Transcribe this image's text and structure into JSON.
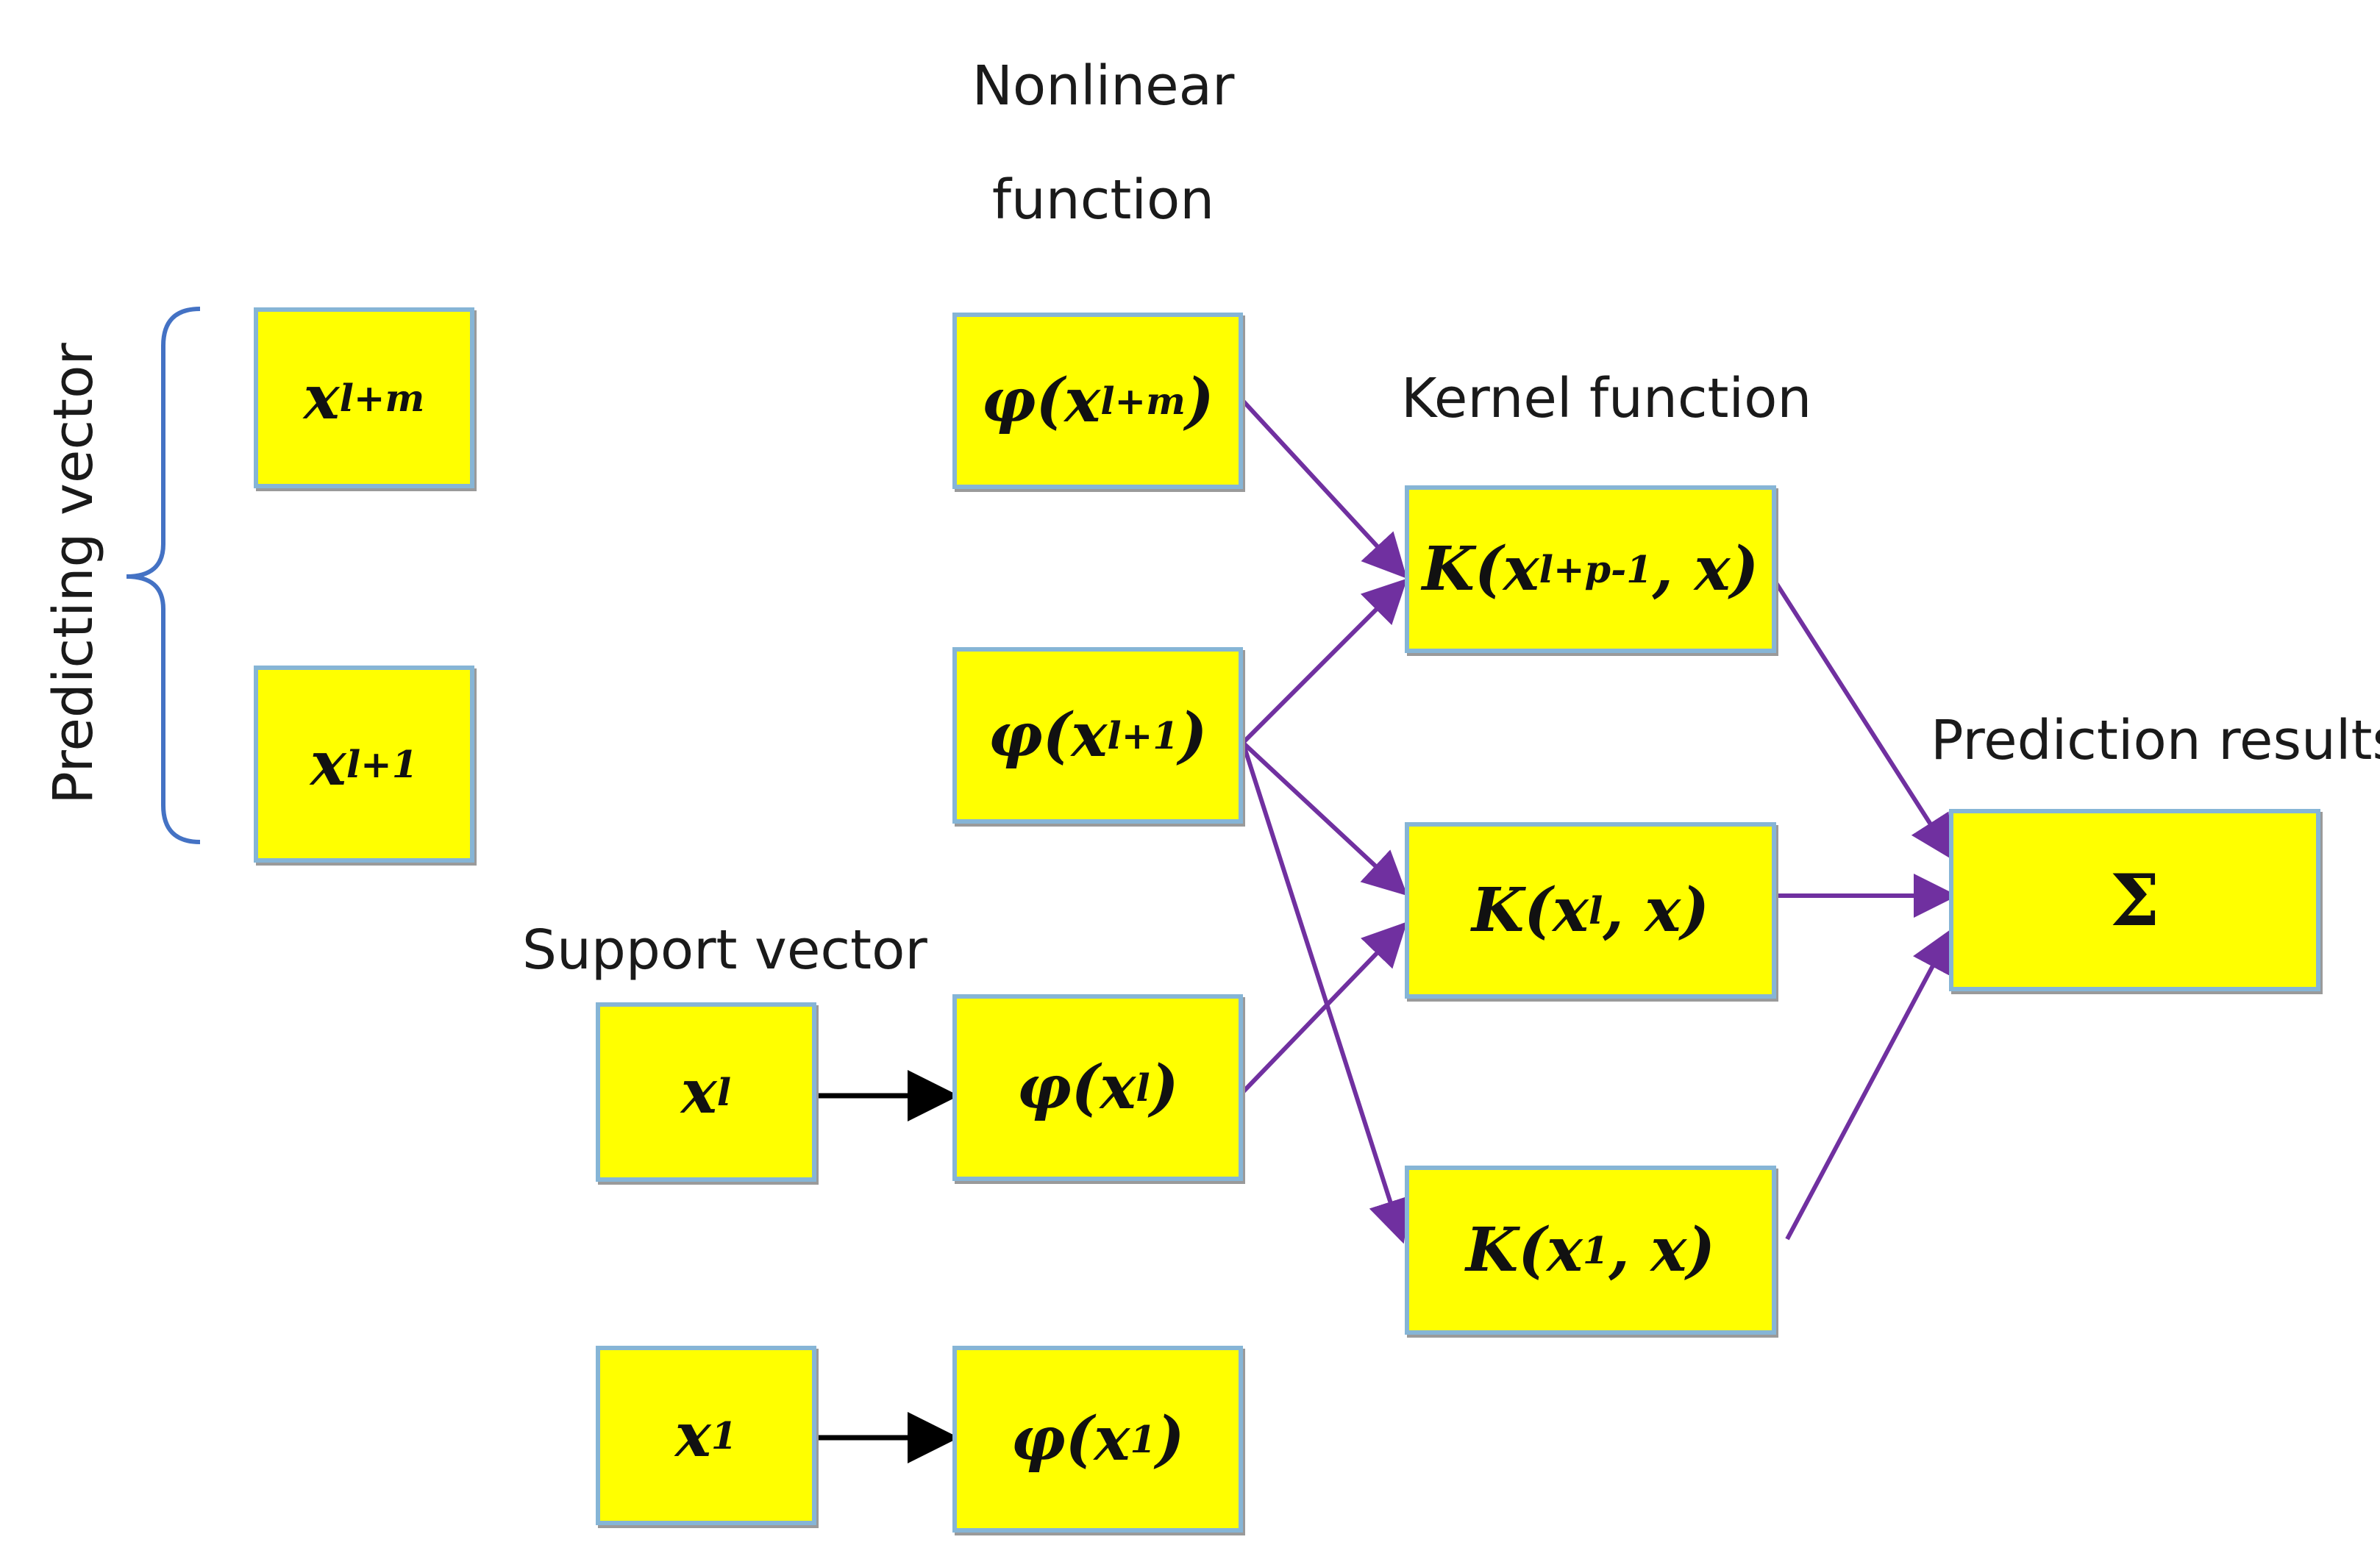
{
  "labels": {
    "nonlinear_line1": "Nonlinear",
    "nonlinear_line2": "function",
    "kernel_function": "Kernel function",
    "prediction_results": "Prediction results",
    "support_vector": "Support vector",
    "predicting_vector": "Predicting vector"
  },
  "nodes": {
    "x_lm": {
      "base": "x",
      "sub": "l+m"
    },
    "x_l1": {
      "base": "x",
      "sub": "l+1"
    },
    "x_l": {
      "base": "x",
      "sub": "l"
    },
    "x_1": {
      "base": "x",
      "sub": "1"
    },
    "phi_lm": {
      "pre": "φ(",
      "base": "x",
      "sub": "l+m",
      "post": ")"
    },
    "phi_l1": {
      "pre": "φ(",
      "base": "x",
      "sub": "l+1",
      "post": ")"
    },
    "phi_l": {
      "pre": "φ(",
      "base": "x",
      "sub": "l",
      "post": ")"
    },
    "phi_1": {
      "pre": "φ(",
      "base": "x",
      "sub": "1",
      "post": ")"
    },
    "k_lp": {
      "pre": "K(",
      "base": "x",
      "sub": "l+p-1",
      "post": ", x)"
    },
    "k_l": {
      "pre": "K(",
      "base": "x",
      "sub": "l",
      "post": ", x)"
    },
    "k_1": {
      "pre": "K(",
      "base": "x",
      "sub": "1",
      "post": ", x)"
    },
    "sum": {
      "base": "Σ"
    }
  },
  "colors": {
    "box_fill": "#ffff00",
    "box_border": "#86b5d6",
    "arrow_purple": "#7030a0",
    "arrow_black": "#000000",
    "brace": "#4472c4"
  }
}
